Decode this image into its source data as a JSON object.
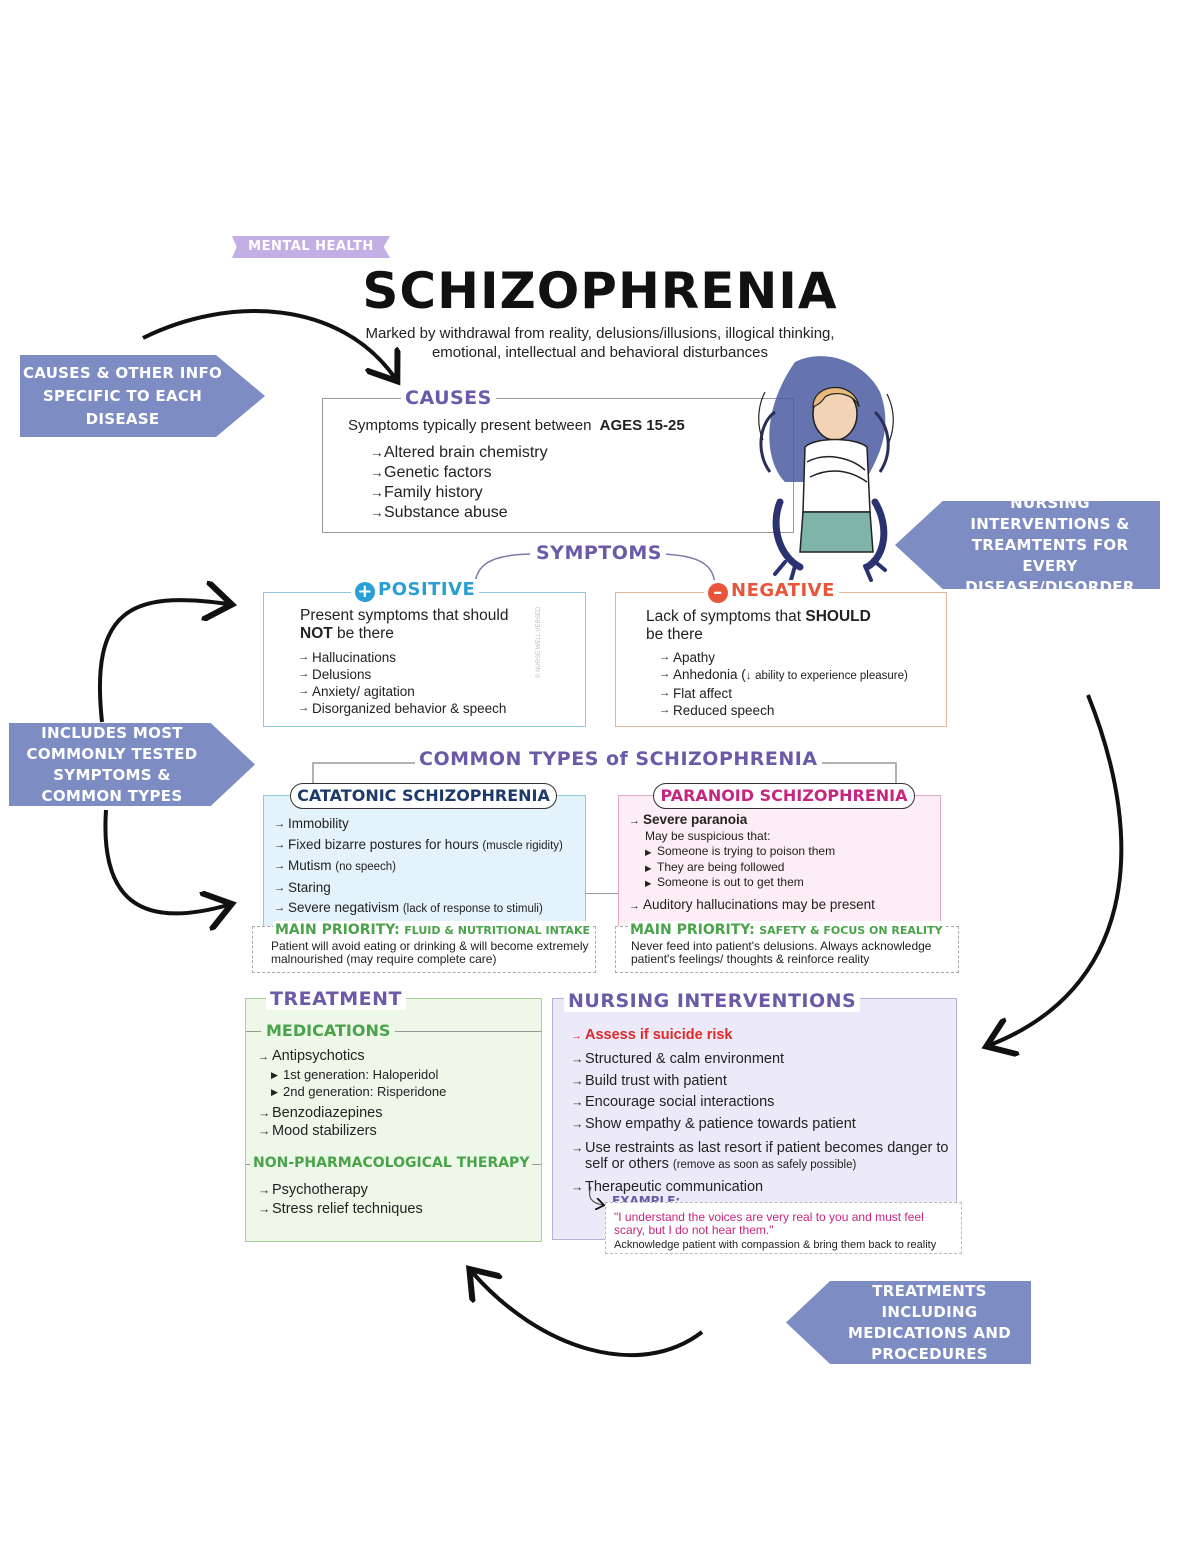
{
  "tag": "MENTAL HEALTH",
  "title": "SCHIZOPHRENIA",
  "subtitle": "Marked by withdrawal from reality, delusions/illusions, illogical thinking, emotional, intellectual and behavioral disturbances",
  "callouts": {
    "causes": "CAUSES & OTHER INFO SPECIFIC TO EACH DISEASE",
    "nursing": "NURSING INTERVENTIONS & TREAMTENTS FOR EVERY DISEASE/DISORDER",
    "symptoms": "INCLUDES MOST COMMONLY TESTED SYMPTOMS & COMMON TYPES",
    "treatments": "TREATMENTS INCLUDING MEDICATIONS AND PROCEDURES"
  },
  "causes": {
    "heading": "CAUSES",
    "intro": "Symptoms typically present between",
    "ages": "AGES 15-25",
    "items": [
      "Altered brain chemistry",
      "Genetic factors",
      "Family history",
      "Substance abuse"
    ]
  },
  "symptoms": {
    "heading": "SYMPTOMS",
    "positive": {
      "heading": "POSITIVE",
      "desc_a": "Present symptoms that should",
      "desc_b": "NOT",
      "desc_c": "be there",
      "items": [
        "Hallucinations",
        "Delusions",
        "Anxiety/ agitation",
        "Disorganized behavior & speech"
      ]
    },
    "negative": {
      "heading": "NEGATIVE",
      "desc_a": "Lack of symptoms that",
      "desc_b": "SHOULD",
      "desc_c": "be there",
      "items": [
        "Apathy",
        "Anhedonia (",
        "Flat affect",
        "Reduced speech"
      ],
      "anhedonia_note": "ability to experience pleasure)"
    },
    "watermark": "© NURSE WELL VERSED"
  },
  "types": {
    "heading": "COMMON TYPES of SCHIZOPHRENIA",
    "catatonic": {
      "heading": "CATATONIC SCHIZOPHRENIA",
      "items": [
        {
          "main": "Immobility",
          "note": ""
        },
        {
          "main": "Fixed bizarre postures for hours",
          "note": "(muscle rigidity)"
        },
        {
          "main": "Mutism",
          "note": "(no speech)"
        },
        {
          "main": "Staring",
          "note": ""
        },
        {
          "main": "Severe negativism",
          "note": "(lack of response to stimuli)"
        }
      ],
      "priority_label": "MAIN PRIORITY:",
      "priority_value": "FLUID & NUTRITIONAL INTAKE",
      "priority_desc": "Patient will avoid eating or drinking & will become extremely malnourished",
      "priority_note": "(may require complete care)"
    },
    "paranoid": {
      "heading": "PARANOID SCHIZOPHRENIA",
      "severe": "Severe paranoia",
      "suspicious": "May be suspicious that:",
      "sub": [
        "Someone is trying to poison them",
        "They are being followed",
        "Someone is out to get them"
      ],
      "auditory": "Auditory hallucinations may be present",
      "priority_label": "MAIN PRIORITY:",
      "priority_value": "SAFETY & FOCUS ON REALITY",
      "priority_desc": "Never feed into patient's delusions. Always acknowledge patient's feelings/ thoughts & reinforce reality"
    }
  },
  "treatment": {
    "heading": "TREATMENT",
    "medications_heading": "MEDICATIONS",
    "antipsychotics": "Antipsychotics",
    "generations": [
      "1st generation: Haloperidol",
      "2nd generation: Risperidone"
    ],
    "other_meds": [
      "Benzodiazepines",
      "Mood stabilizers"
    ],
    "nonpharm_heading": "NON-PHARMACOLOGICAL THERAPY",
    "nonpharm": [
      "Psychotherapy",
      "Stress relief techniques"
    ]
  },
  "nursing": {
    "heading": "NURSING INTERVENTIONS",
    "alert": "Assess if suicide risk",
    "items": [
      "Structured & calm environment",
      "Build trust with patient",
      "Encourage social interactions",
      "Show empathy & patience towards patient"
    ],
    "restraints": "Use restraints as last resort if patient becomes danger to self or others",
    "restraints_note": "(remove as soon as safely possible)",
    "therapeutic": "Therapeutic communication",
    "example_label": "EXAMPLE:",
    "example_quote": "\"I understand the voices are very real to you and must feel scary, but I do not hear them.\"",
    "example_note": "Acknowledge patient with compassion & bring them back to reality"
  },
  "colors": {
    "accent": "#6a5aa8",
    "callout": "#7d8dc4",
    "positive": "#2a9fd6",
    "negative": "#e8553a",
    "green": "#4aa34a",
    "pink": "#c72680",
    "red": "#e02828"
  }
}
